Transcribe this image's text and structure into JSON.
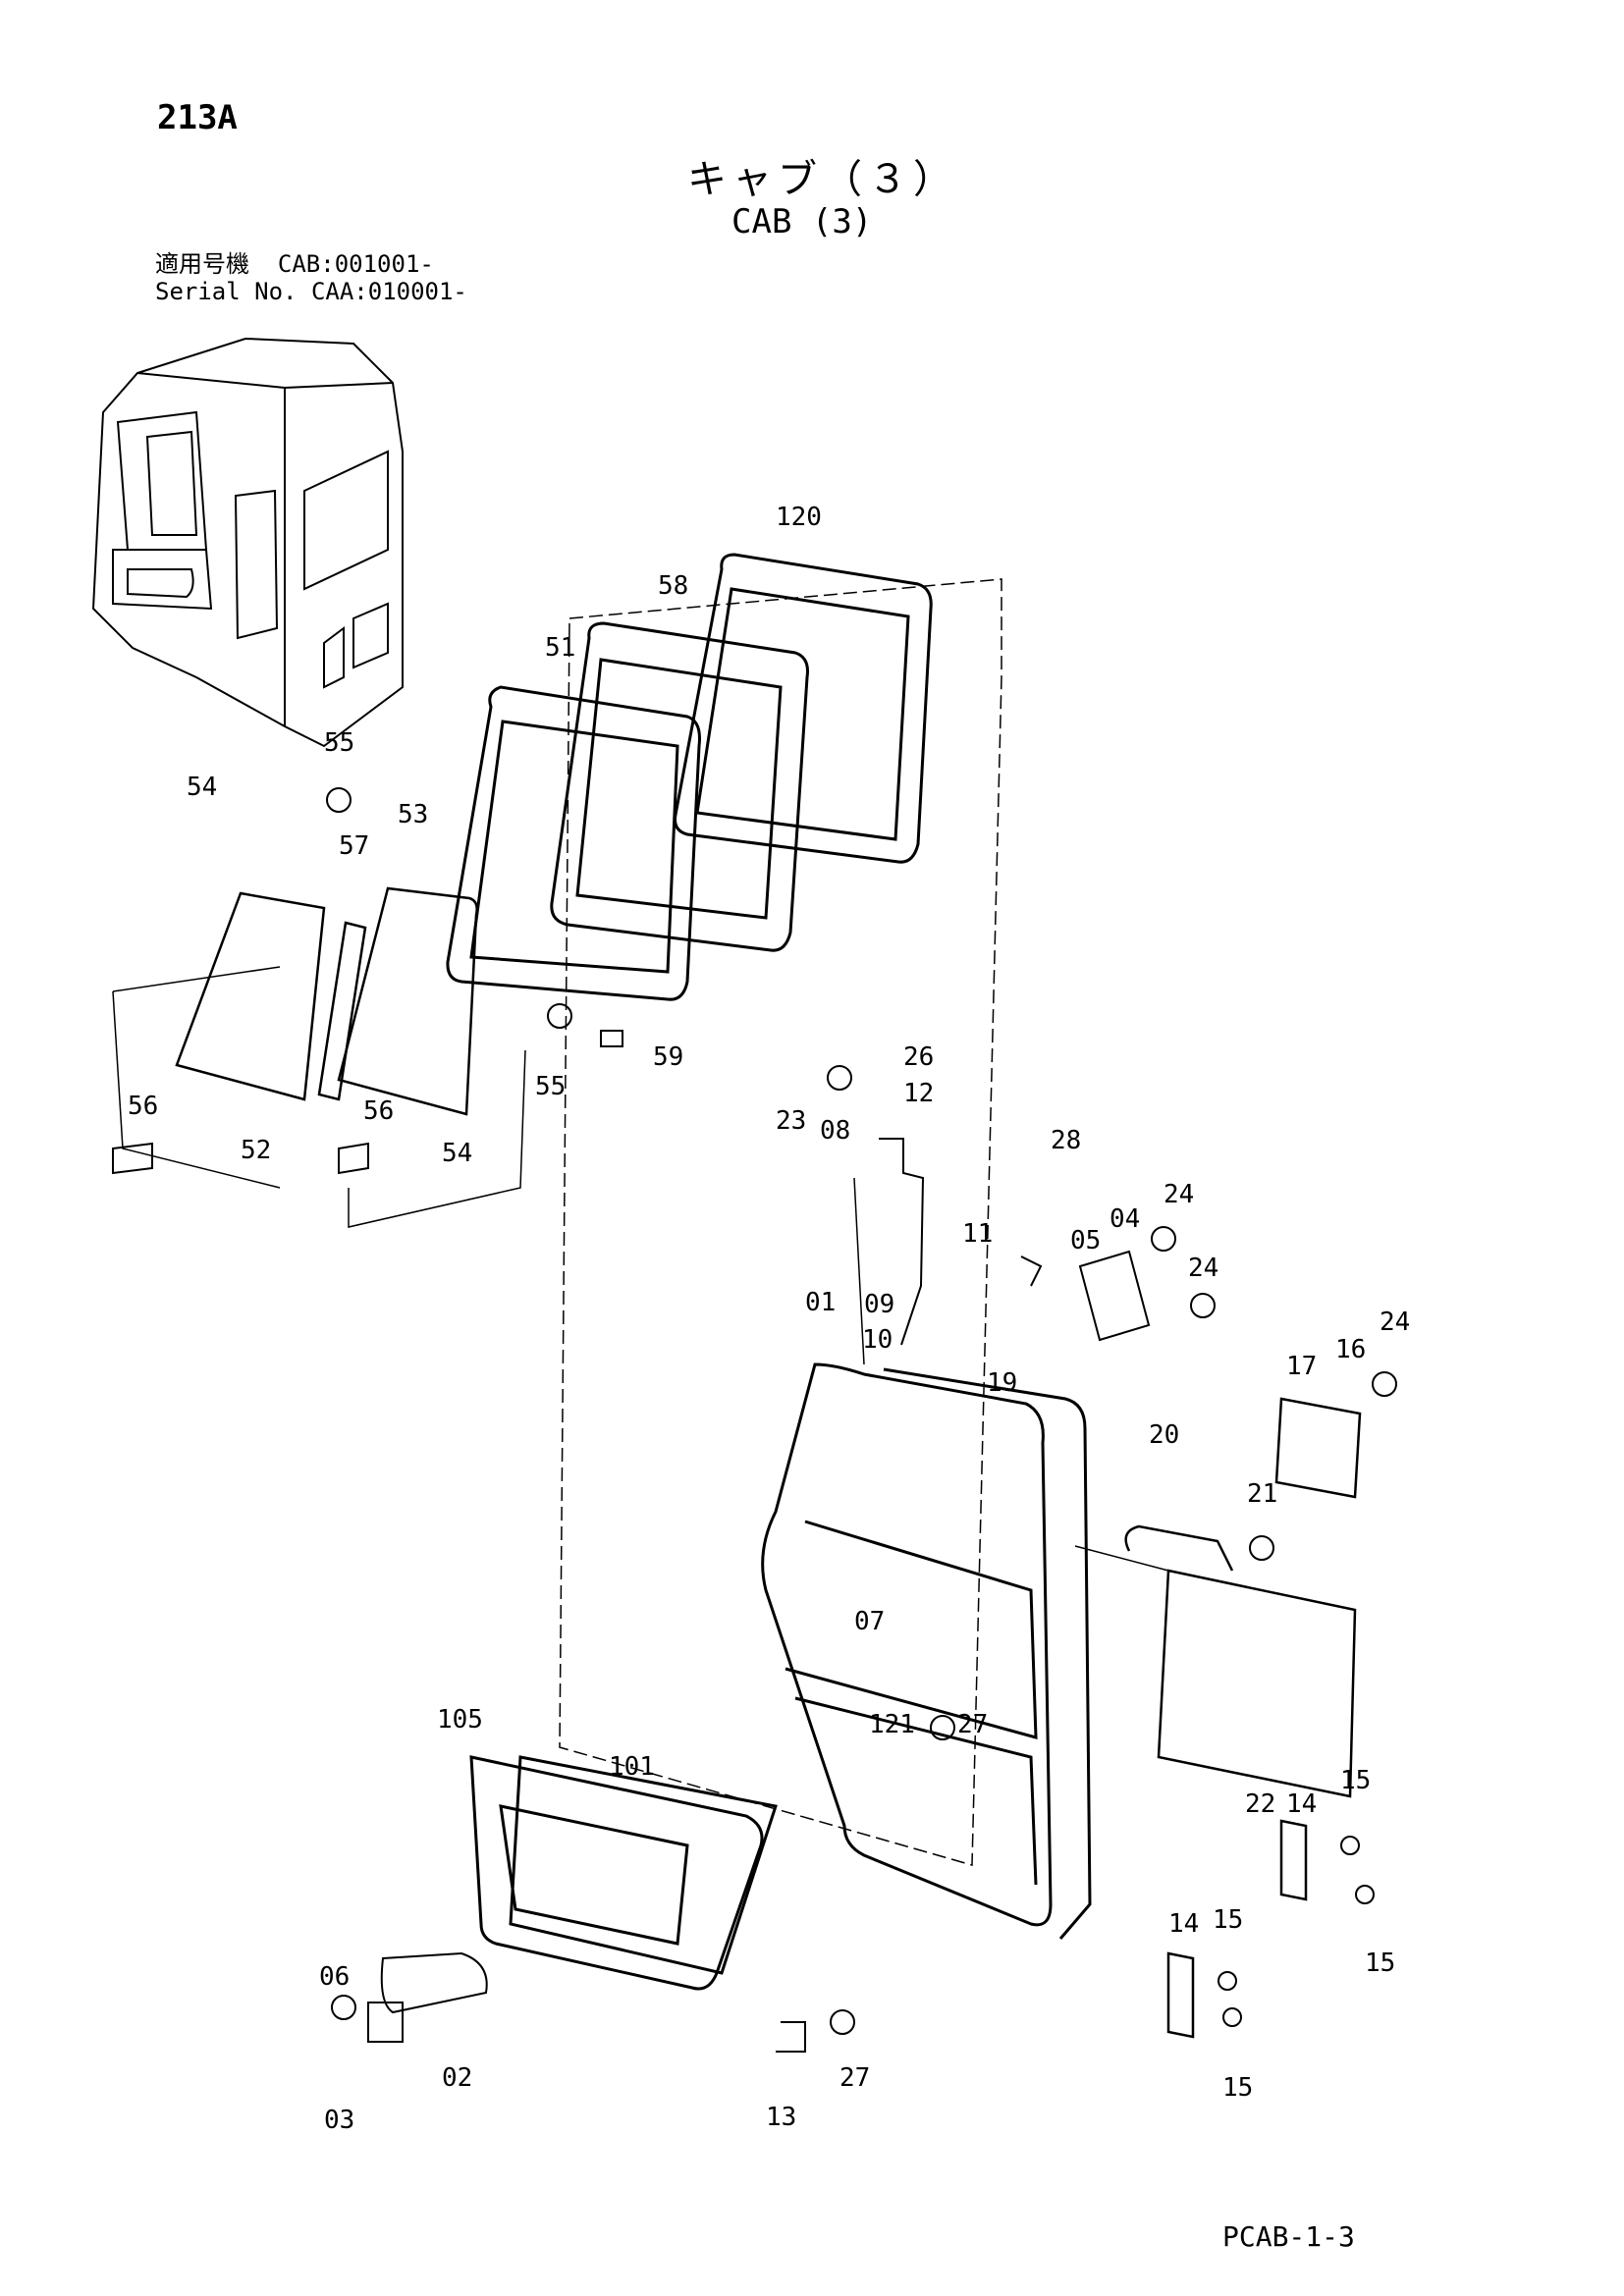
{
  "page_code": "213A",
  "title_jp": "キャブ（３）",
  "title_en": "CAB (3)",
  "serial_jp": "適用号機  CAB:001001-",
  "serial_en": "Serial No. CAA:010001-",
  "footer_code": "PCAB-1-3",
  "part_labels": [
    "120",
    "58",
    "51",
    "55",
    "54",
    "57",
    "53",
    "59",
    "56",
    "52",
    "54",
    "55",
    "56",
    "26",
    "12",
    "23",
    "08",
    "28",
    "11",
    "24",
    "04",
    "05",
    "24",
    "09",
    "01",
    "10",
    "19",
    "24",
    "16",
    "17",
    "20",
    "21",
    "07",
    "121",
    "27",
    "105",
    "101",
    "22",
    "14",
    "15",
    "15",
    "14",
    "15",
    "06",
    "02",
    "03",
    "13",
    "27",
    "15"
  ]
}
